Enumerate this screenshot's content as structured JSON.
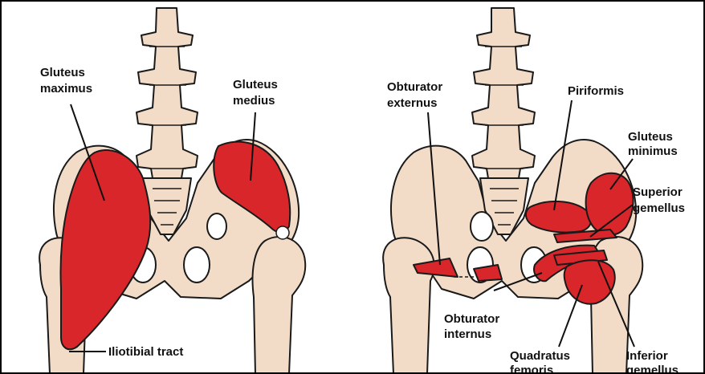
{
  "colors": {
    "muscle": "#d8262b",
    "bone": "#f2dcc8",
    "outline": "#1a1a1a",
    "background": "#ffffff"
  },
  "left_view": {
    "labels": {
      "gluteus_maximus_1": "Gluteus",
      "gluteus_maximus_2": "maximus",
      "gluteus_medius_1": "Gluteus",
      "gluteus_medius_2": "medius",
      "iliotibial_tract": "Iliotibial tract"
    }
  },
  "right_view": {
    "labels": {
      "obturator_externus_1": "Obturator",
      "obturator_externus_2": "externus",
      "piriformis": "Piriformis",
      "gluteus_minimus_1": "Gluteus",
      "gluteus_minimus_2": "minimus",
      "superior_gemellus_1": "Superior",
      "superior_gemellus_2": "gemellus",
      "obturator_internus_1": "Obturator",
      "obturator_internus_2": "internus",
      "quadratus_femoris_1": "Quadratus",
      "quadratus_femoris_2": "femoris",
      "inferior_gemellus_1": "Inferior",
      "inferior_gemellus_2": "gemellus"
    }
  }
}
